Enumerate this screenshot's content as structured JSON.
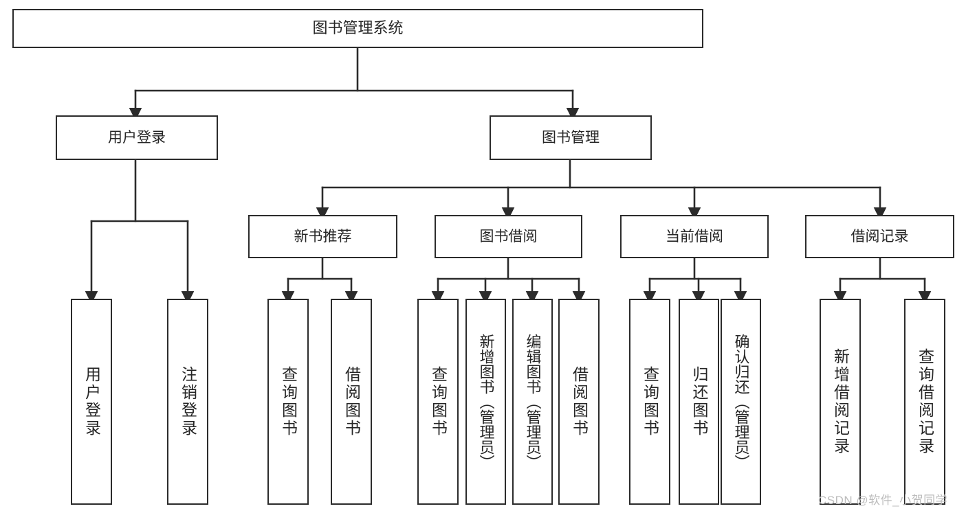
{
  "diagram": {
    "type": "tree-hierarchy-flowchart",
    "title": "图书管理系统",
    "line_color": "#2b2b2b",
    "box_fill": "#ffffff",
    "text_color": "#262626",
    "nodes": {
      "root": {
        "label": "图书管理系统"
      },
      "level2": [
        {
          "id": "user-login",
          "label": "用户登录"
        },
        {
          "id": "book-management",
          "label": "图书管理"
        }
      ],
      "level3": [
        {
          "id": "new-book-recommend",
          "label": "新书推荐"
        },
        {
          "id": "book-borrow",
          "label": "图书借阅"
        },
        {
          "id": "current-borrow",
          "label": "当前借阅"
        },
        {
          "id": "borrow-record",
          "label": "借阅记录"
        }
      ],
      "leaves": {
        "user_login": [
          {
            "id": "leaf-user-login",
            "label": "用户登录"
          },
          {
            "id": "leaf-logout-login",
            "label": "注销登录"
          }
        ],
        "new_book_recommend": [
          {
            "id": "leaf-query-book-1",
            "label": "查询图书"
          },
          {
            "id": "leaf-borrow-book-1",
            "label": "借阅图书"
          }
        ],
        "book_borrow": [
          {
            "id": "leaf-query-book-2",
            "label": "查询图书"
          },
          {
            "id": "leaf-add-book",
            "label": "新增图书（管理员）"
          },
          {
            "id": "leaf-edit-book",
            "label": "编辑图书（管理员）"
          },
          {
            "id": "leaf-borrow-book-2",
            "label": "借阅图书"
          }
        ],
        "current_borrow": [
          {
            "id": "leaf-query-book-3",
            "label": "查询图书"
          },
          {
            "id": "leaf-return-book",
            "label": "归还图书"
          },
          {
            "id": "leaf-confirm-return",
            "label": "确认归还（管理员）"
          }
        ],
        "borrow_record": [
          {
            "id": "leaf-add-record",
            "label": "新增借阅记录"
          },
          {
            "id": "leaf-query-record",
            "label": "查询借阅记录"
          }
        ]
      }
    }
  },
  "watermark": {
    "text": "CSDN @软件_小贺同学"
  }
}
